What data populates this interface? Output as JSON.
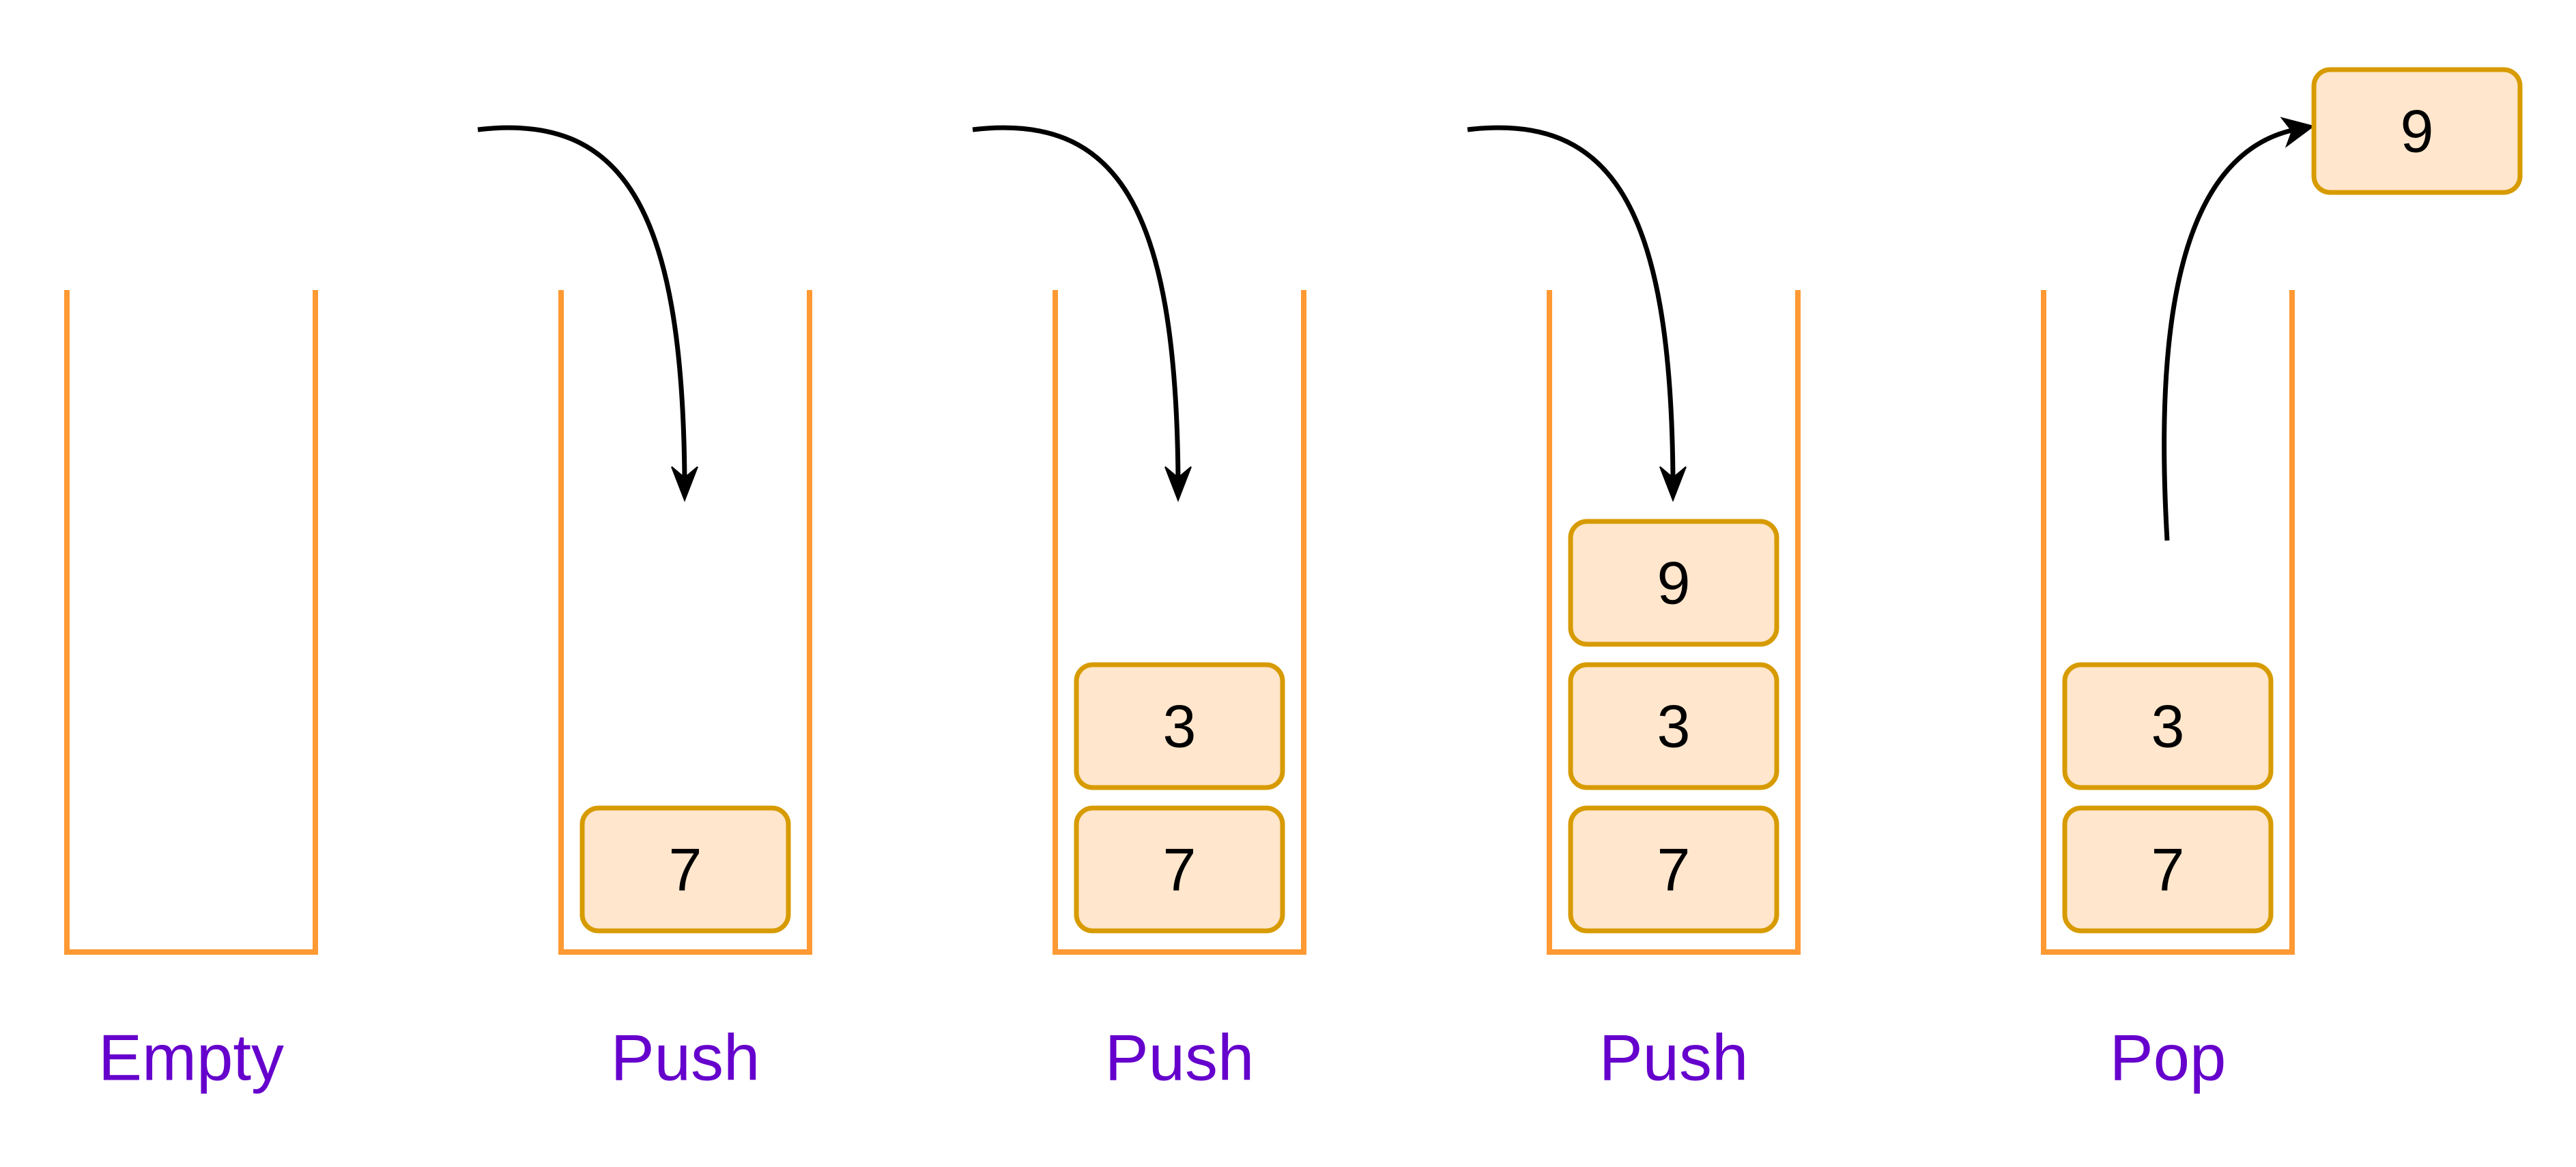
{
  "colors": {
    "container": "#FF9933",
    "item_fill": "#FFE6CC",
    "item_border": "#D79B00",
    "arrow": "#000000",
    "label": "#6600CC",
    "item_text": "#000000",
    "background": "#FFFFFF"
  },
  "stacks": [
    {
      "label": "Empty",
      "items": []
    },
    {
      "label": "Push",
      "items": [
        "7"
      ]
    },
    {
      "label": "Push",
      "items": [
        "7",
        "3"
      ]
    },
    {
      "label": "Push",
      "items": [
        "7",
        "3",
        "9"
      ]
    },
    {
      "label": "Pop",
      "items": [
        "7",
        "3"
      ]
    }
  ],
  "popped_item": "9"
}
